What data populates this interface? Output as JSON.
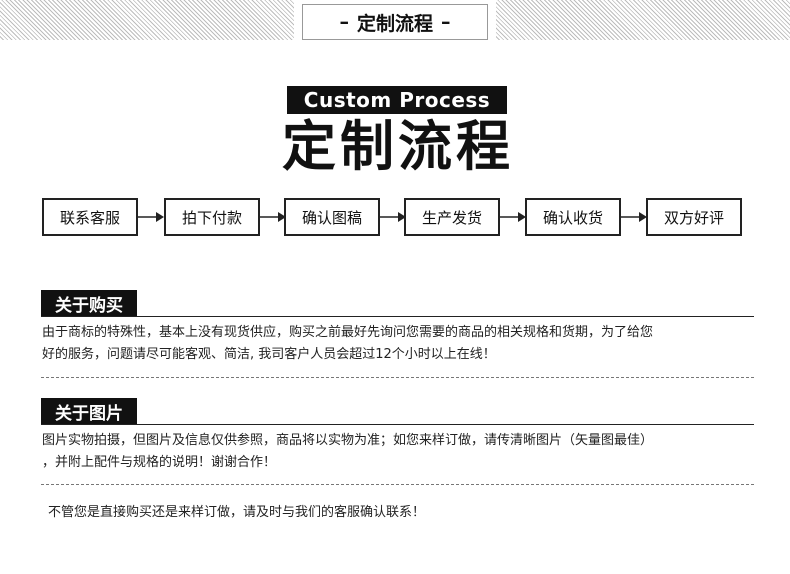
{
  "header": {
    "title": "定制流程"
  },
  "hero": {
    "english": "Custom Process",
    "chinese": "定制流程"
  },
  "steps": [
    "联系客服",
    "拍下付款",
    "确认图稿",
    "生产发货",
    "确认收货",
    "双方好评"
  ],
  "sections": [
    {
      "tag": "关于购买",
      "lines": [
        "由于商标的特殊性，基本上没有现货供应，购买之前最好先询问您需要的商品的相关规格和货期，为了给您",
        "好的服务，问题请尽可能客观、简洁, 我司客户人员会超过12个小时以上在线！"
      ]
    },
    {
      "tag": "关于图片",
      "lines": [
        "图片实物拍摄，但图片及信息仅供参照，商品将以实物为准；如您来样订做，请传清晰图片（矢量图最佳）",
        "，并附上配件与规格的说明！谢谢合作！"
      ]
    }
  ],
  "footer_note": "不管您是直接购买还是来样订做，请及时与我们的客服确认联系！"
}
